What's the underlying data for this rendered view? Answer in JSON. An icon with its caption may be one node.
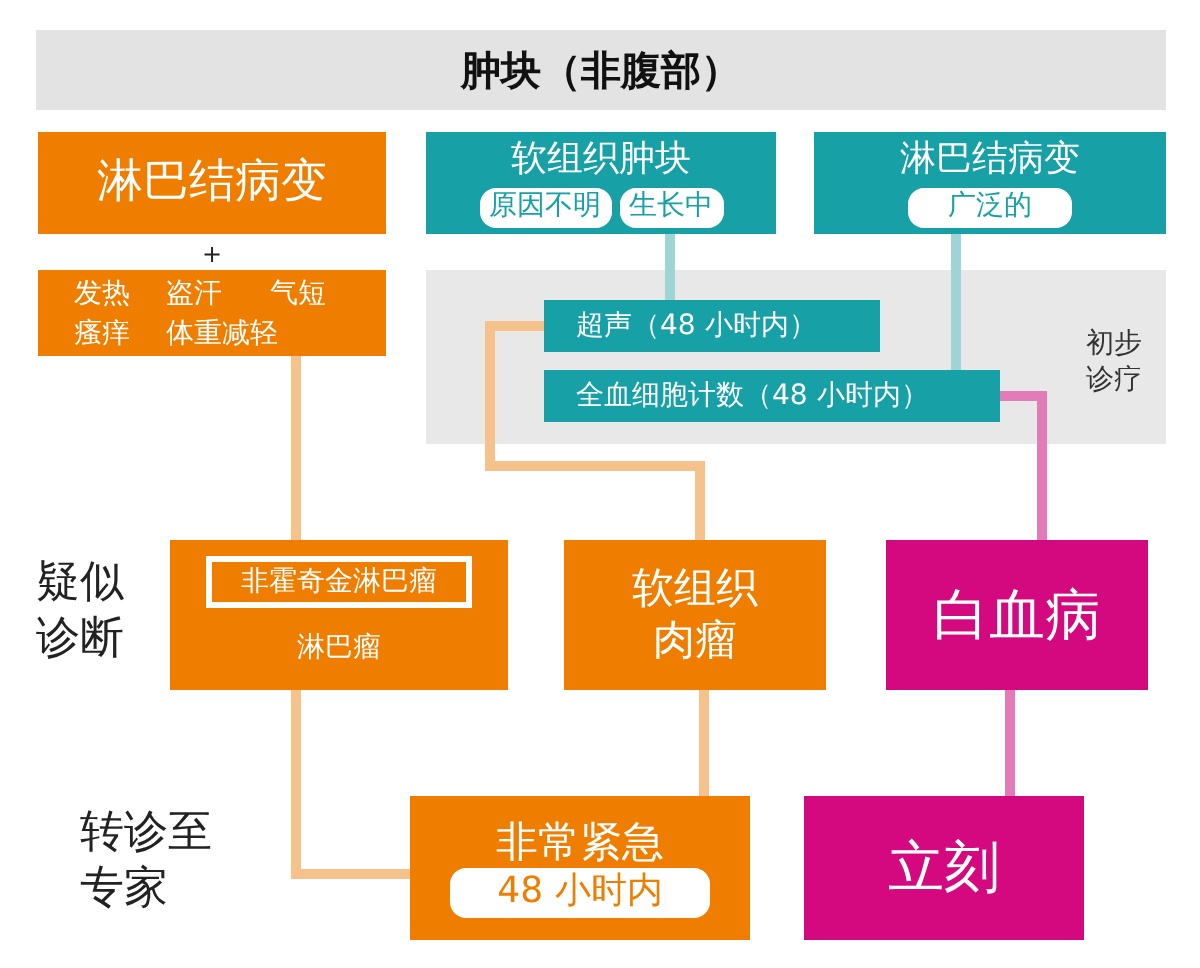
{
  "diagram": {
    "nodes": [
      {
        "text": [
          "肿块（非腹部）"
        ]
      },
      {
        "text": [
          "淋巴结病变"
        ]
      },
      {
        "text": [
          "发热",
          "盗汗",
          "气短",
          "瘙痒",
          "体重减轻"
        ]
      },
      {
        "text": [
          "软组织肿块",
          "原因不明",
          "生长中"
        ]
      },
      {
        "text": [
          "淋巴结病变",
          "广泛的"
        ]
      },
      {
        "text": [
          "初步诊疗"
        ]
      },
      {
        "text": [
          "超声（48 小时内）"
        ],
        "in": 5
      },
      {
        "text": [
          "全血细胞计数（48 小时内）"
        ],
        "in": 5
      },
      {
        "text": [
          "淋巴瘤"
        ]
      },
      {
        "text": [
          "非霍奇金淋巴瘤"
        ],
        "in": 8
      },
      {
        "text": [
          "软组织肉瘤"
        ]
      },
      {
        "text": [
          "白血病"
        ]
      },
      {
        "text": [
          "非常紧急",
          "48 小时内"
        ]
      },
      {
        "text": [
          "立刻"
        ]
      }
    ],
    "edges": [
      {
        "from": 2,
        "to": 8,
        "arrow": "none"
      },
      {
        "from": 3,
        "to": 6,
        "arrow": "none",
        "color": "#9fd4d4"
      },
      {
        "from": 4,
        "to": 7,
        "arrow": "none",
        "color": "#9fd4d4"
      },
      {
        "from": 6,
        "to": 10,
        "arrow": "none"
      },
      {
        "from": 7,
        "to": 11,
        "arrow": "none",
        "color": "#e27bb8"
      },
      {
        "from": 8,
        "to": 12,
        "arrow": "none"
      },
      {
        "from": 10,
        "to": 12,
        "arrow": "none"
      },
      {
        "from": 11,
        "to": 13,
        "arrow": "none",
        "color": "#e27bb8"
      }
    ],
    "labels": [
      "+",
      "疑似诊断",
      "转诊至专家"
    ]
  }
}
